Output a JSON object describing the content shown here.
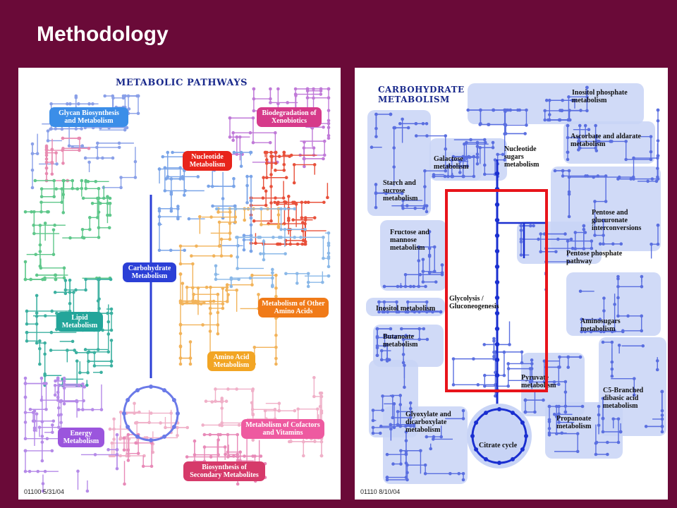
{
  "slide": {
    "title": "Methodology"
  },
  "left_map": {
    "title": "METABOLIC PATHWAYS",
    "footer": "01100 5/31/04",
    "labels": {
      "glycan": "Glycan Biosynthesis and Metabolism",
      "biodeg": "Biodegradation of Xenobiotics",
      "nucleotide": "Nucleotide Metabolism",
      "carbohydrate": "Carbohydrate Metabolism",
      "lipid": "Lipid Metabolism",
      "other_amino": "Metabolism of Other Amino Acids",
      "amino": "Amino Acid Metabolism",
      "energy": "Energy Metabolism",
      "cofactors": "Metabolism of Cofactors and Vitamins",
      "secondary": "Biosynthesis of Secondary Metabolites"
    },
    "colors": {
      "glycan": "#3b8ee8",
      "biodeg": "#d63a8a",
      "nucleotide": "#e8241b",
      "carbohydrate": "#2b3fd6",
      "lipid": "#23a59a",
      "other_amino": "#f07a18",
      "amino": "#f2a524",
      "energy": "#9b55dd",
      "cofactors": "#ee5aa0",
      "secondary": "#d63a6a"
    }
  },
  "right_map": {
    "title": "CARBOHYDRATE METABOLISM",
    "footer": "01110 8/10/04",
    "labels": {
      "inositol_phosphate": "Inositol phosphate metabolism",
      "ascorbate": "Ascorbate and aldarate metabolism",
      "nucleotide_sugars": "Nucleotide sugars metabolism",
      "galactose": "Galactose metabolism",
      "starch": "Starch and sucrose metabolism",
      "pentose_glucuronate": "Pentose and glucuronate interconversions",
      "fructose": "Fructose and mannose metabolism",
      "pentose_phosphate": "Pentose phosphate pathway",
      "inositol": "Inositol metabolism",
      "glycolysis": "Glycolysis / Gluconeogenesis",
      "aminosugars": "Aminosugars metabolism",
      "butanoate": "Butanoate metabolism",
      "pyruvate": "Pyruvate metabolism",
      "c5": "C5-Branched dibasic acid metabolism",
      "glyoxylate": "Glyoxylate and dicarboxylate metabolism",
      "propanoate": "Propanoate metabolism",
      "citrate": "Citrate cycle"
    },
    "colors": {
      "region": "#c8d4f6",
      "line": "#5a6fe0",
      "dark_line": "#1a2fd0",
      "highlight": "#e8141b"
    }
  }
}
